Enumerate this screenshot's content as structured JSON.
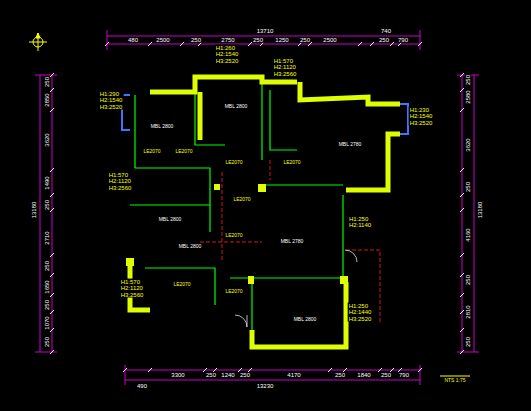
{
  "diagram": {
    "labels": [
      "13710",
      "480",
      "2500",
      "250",
      "2750",
      "250",
      "1250",
      "250",
      "2500",
      "740",
      "250",
      "790",
      "3300",
      "250",
      "1240",
      "250",
      "4170",
      "250",
      "1840",
      "250",
      "790",
      "490",
      "13230",
      "250",
      "2850",
      "3620",
      "1490",
      "250",
      "2710",
      "250",
      "1650",
      "250",
      "1070",
      "250",
      "13180",
      "250",
      "2580",
      "3620",
      "250",
      "4160",
      "250",
      "2810",
      "250",
      "13180",
      "H1:290 H2:1540 H3:2520",
      "H1:260 H2:1540 H3:2520",
      "H1:570 H2:1120 H3:2560",
      "H1:230 H2:1540 H3:2520",
      "H1:570 H2:1120 H3:2560",
      "H1:250 H2:1140",
      "H1:570 H2:1120 H3:2560",
      "H1:250 H2:1440 H3:2520",
      "MBL 2800",
      "MBL 2800",
      "MBL 2780",
      "MBL 2780",
      "MBL 2800",
      "MBL 2800",
      "MBL 2800",
      "LE2070",
      "LE2070",
      "LE2070",
      "LE2070",
      "LE2070",
      "LE2070",
      "LE2070",
      "LE2070",
      "NTS 1:75"
    ]
  }
}
